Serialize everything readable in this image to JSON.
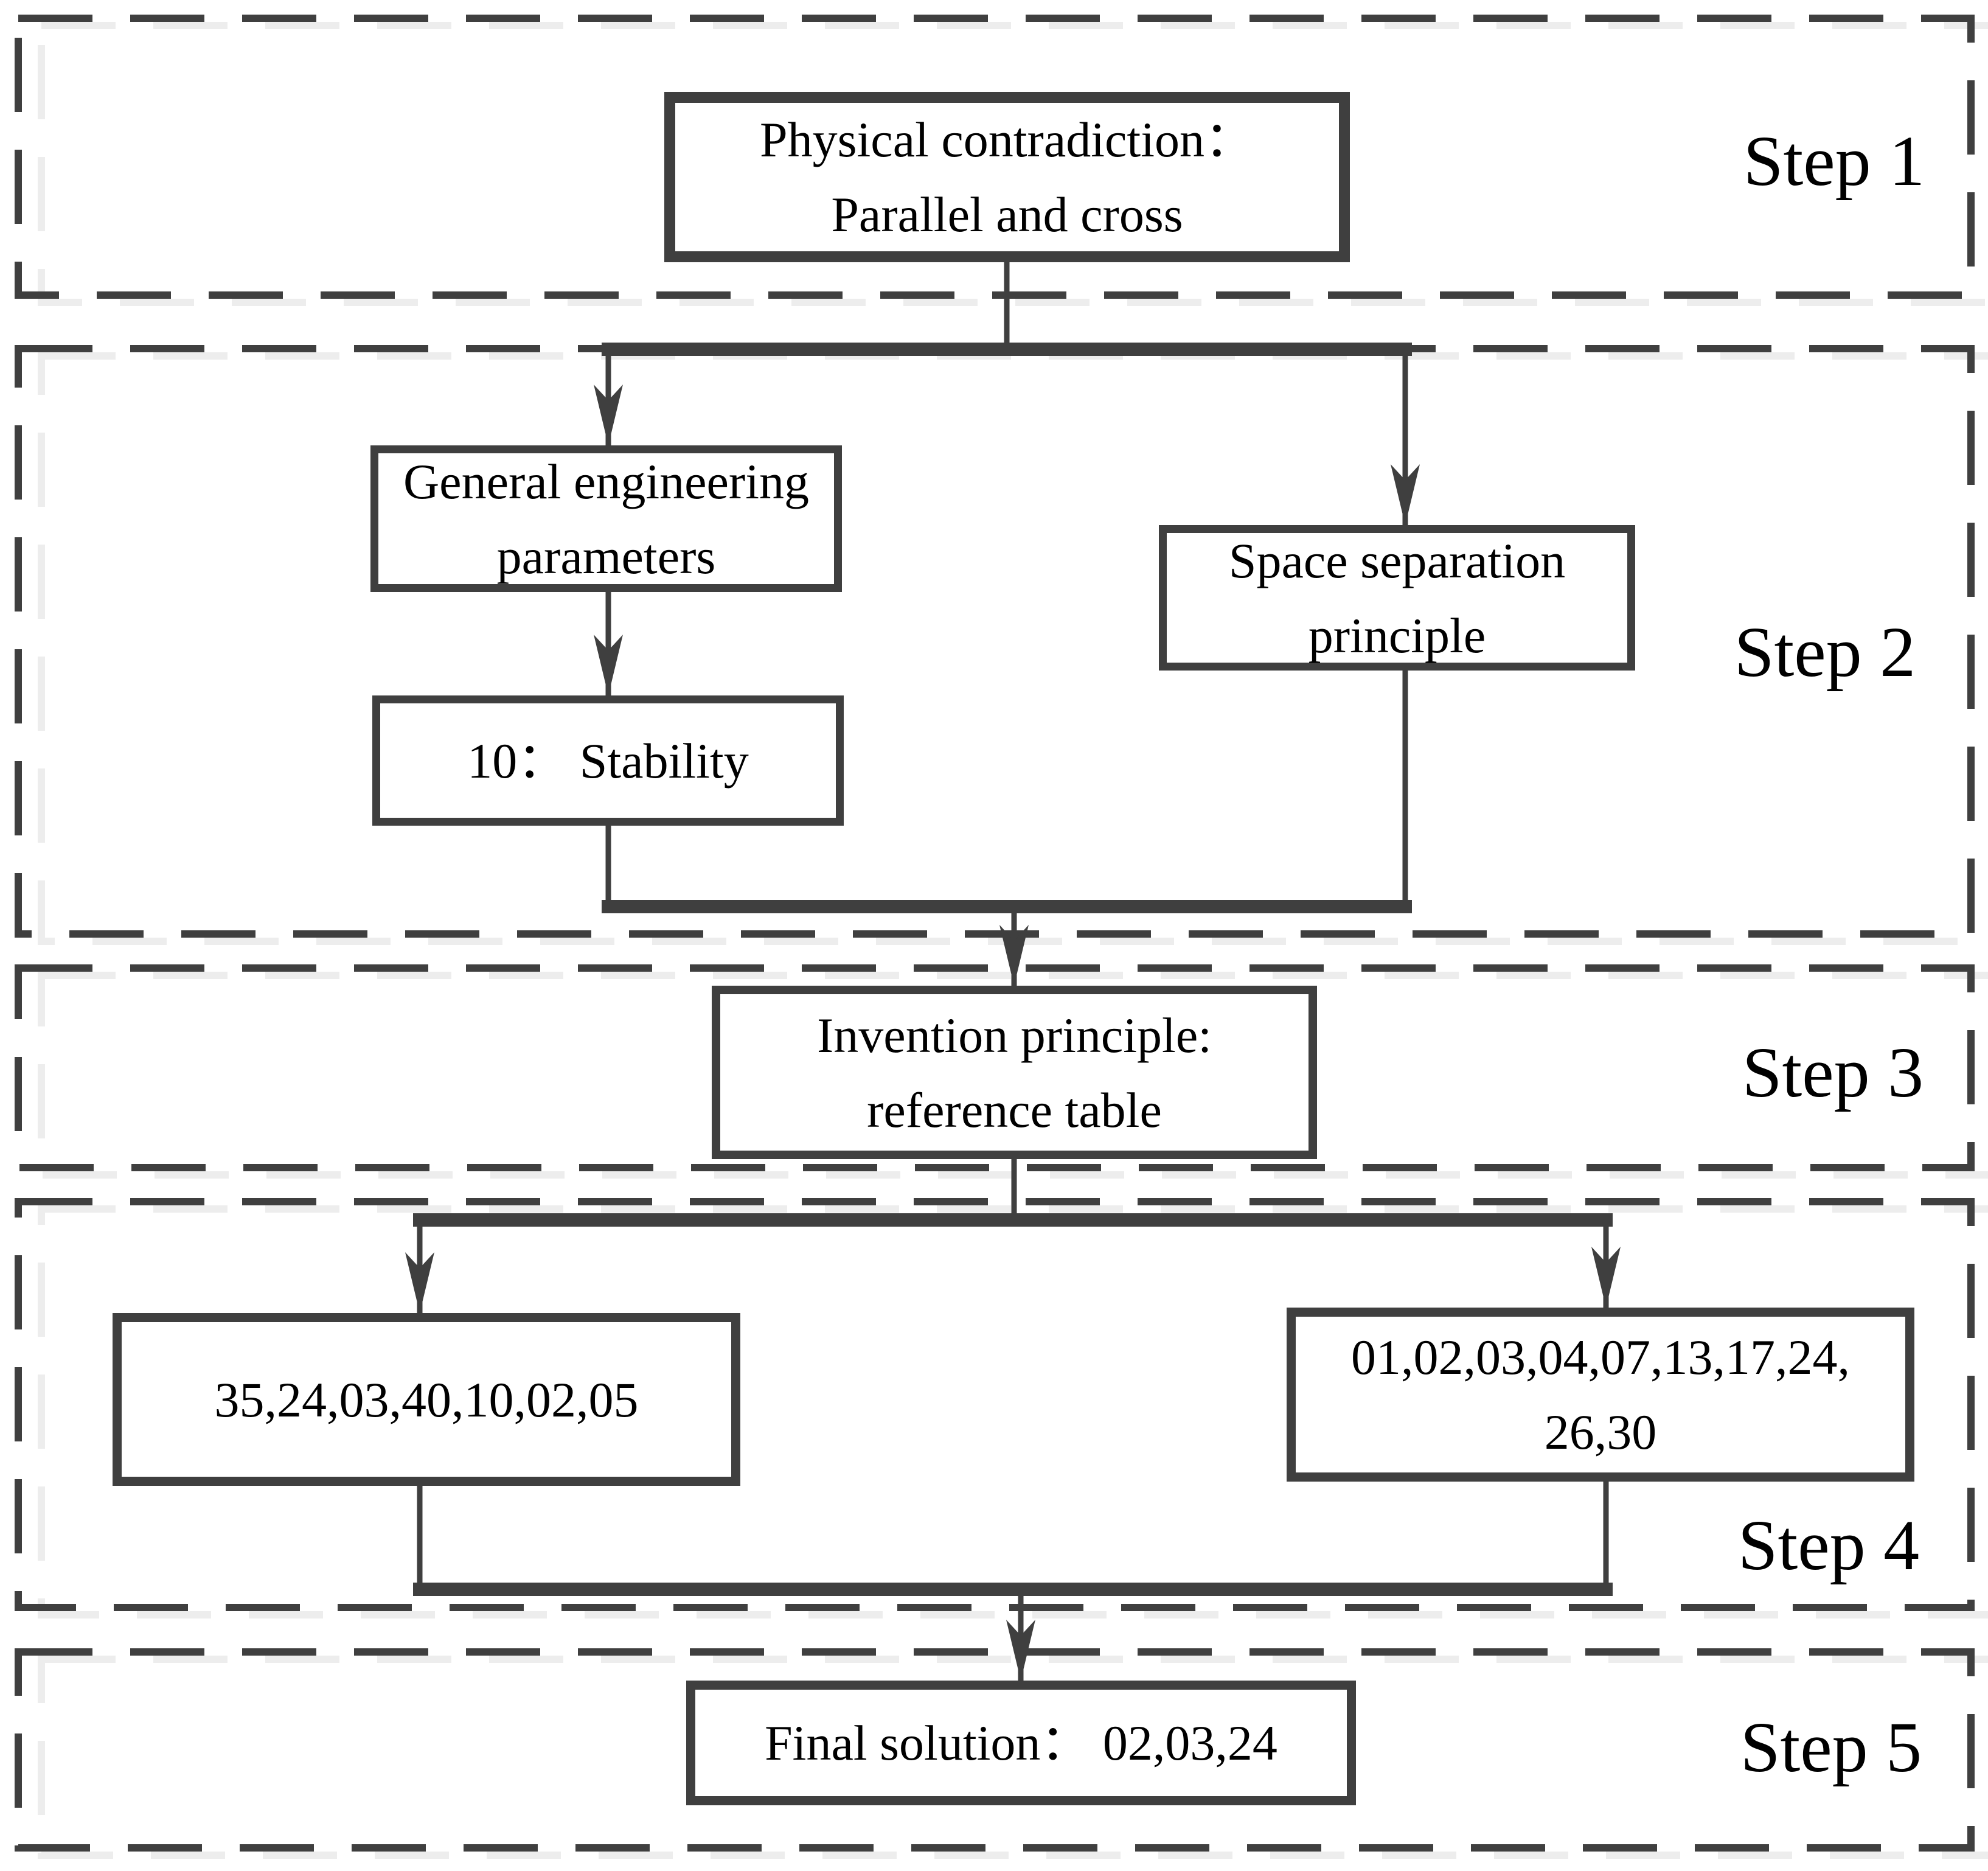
{
  "steps": [
    {
      "label": "Step 1"
    },
    {
      "label": "Step 2"
    },
    {
      "label": "Step 3"
    },
    {
      "label": "Step 4"
    },
    {
      "label": "Step 5"
    }
  ],
  "boxes": {
    "physical_contradiction": {
      "text": "Physical contradiction：\nParallel and cross"
    },
    "general_engineering_parameters": {
      "text": "General engineering\nparameters"
    },
    "stability": {
      "text": "10： Stability"
    },
    "space_separation_principle": {
      "text": "Space separation\nprinciple"
    },
    "invention_principle": {
      "text": "Invention principle:\nreference table"
    },
    "principles_from_parameters": {
      "text": "35,24,03,40,10,02,05"
    },
    "principles_from_separation": {
      "text": "01,02,03,04,07,13,17,24,\n26,30"
    },
    "final_solution": {
      "text": "Final solution： 02,03,24"
    }
  },
  "colors": {
    "line": "#3f3f3f",
    "shadow": "#ededed",
    "text": "#000000",
    "background": "#ffffff"
  }
}
